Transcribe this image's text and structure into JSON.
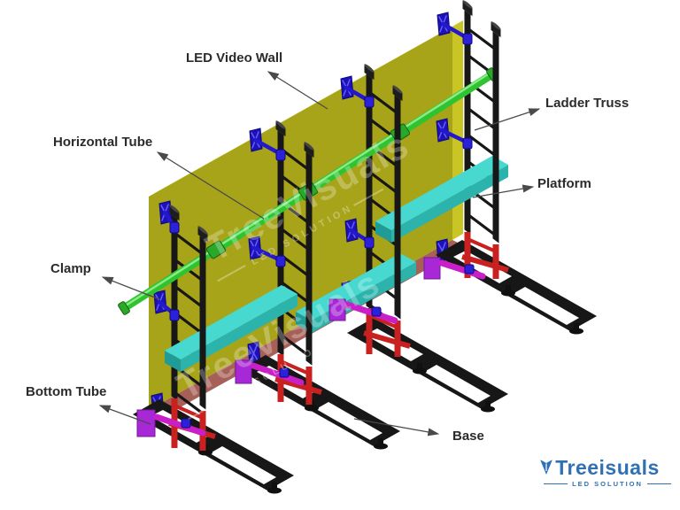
{
  "labels": {
    "led_video_wall": "LED Video Wall",
    "ladder_truss": "Ladder Truss",
    "horizontal_tube": "Horizontal Tube",
    "platform": "Platform",
    "clamp": "Clamp",
    "bottom_tube": "Bottom Tube",
    "base": "Base"
  },
  "watermark": {
    "brand": "TreeVisuals",
    "tagline": "LED SOLUTION"
  },
  "logo": {
    "brand_prefix": "Tree",
    "brand_v": "V",
    "brand_suffix": "isuals",
    "tagline": "LED SOLUTION",
    "color": "#3070b5"
  },
  "colors": {
    "led_wall": "#a8a41a",
    "wall_top_edge": "#e2de2b",
    "wall_bottom_rail": "#a66058",
    "truss_black": "#171717",
    "horizontal_tube_green": "#2fc42f",
    "platform_cyan": "#47d8d0",
    "clamp_blue": "#1c12b8",
    "base_section_red": "#c92020",
    "bottom_tube_magenta": "#c81fc8",
    "label_text": "#2b2b2b"
  }
}
